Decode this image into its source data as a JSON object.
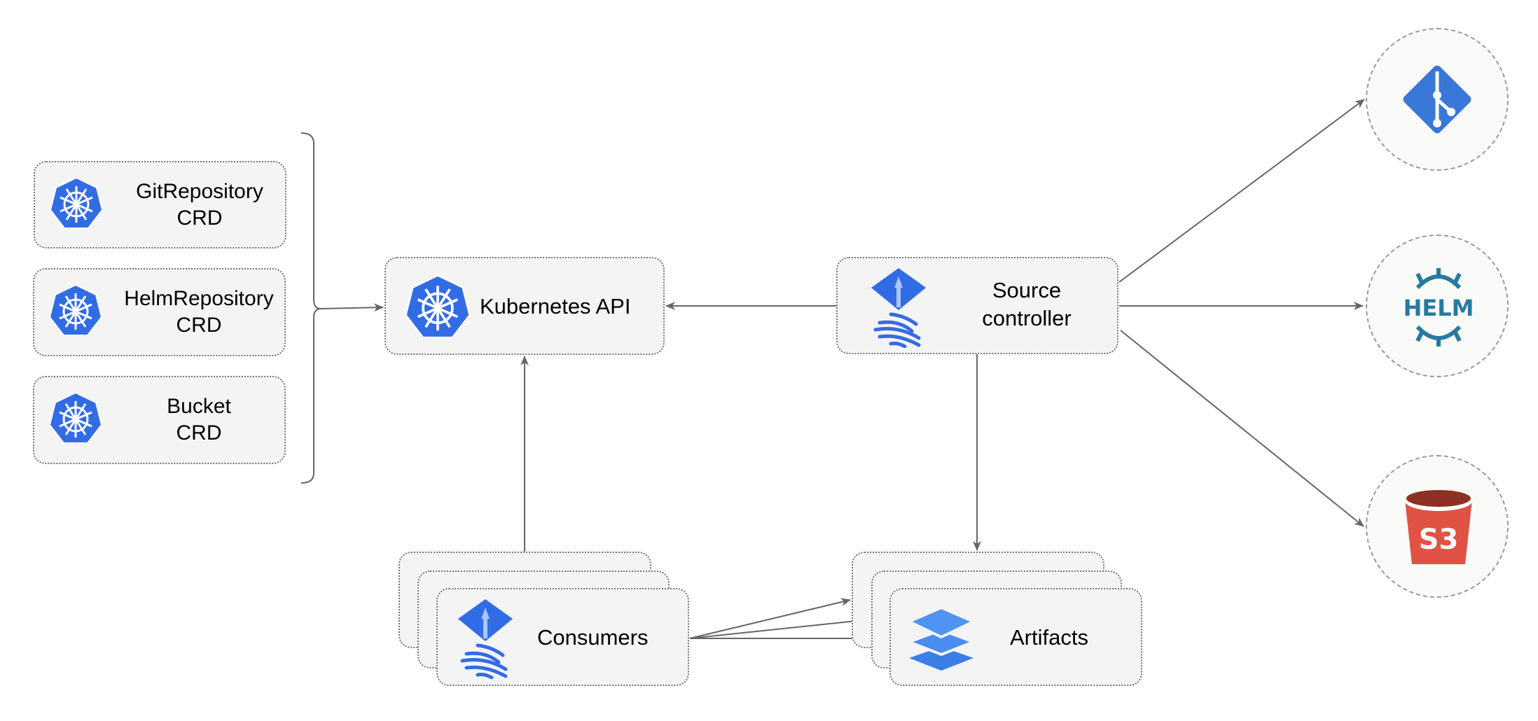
{
  "crds": [
    {
      "line1": "GitRepository",
      "line2": "CRD"
    },
    {
      "line1": "HelmRepository",
      "line2": "CRD"
    },
    {
      "line1": "Bucket",
      "line2": "CRD"
    }
  ],
  "kubernetes_api": {
    "label": "Kubernetes API"
  },
  "source_controller": {
    "line1": "Source",
    "line2": "controller"
  },
  "consumers": {
    "label": "Consumers"
  },
  "artifacts": {
    "label": "Artifacts"
  },
  "external_sources": {
    "helm_label": "HELM",
    "s3_label": "S3"
  },
  "colors": {
    "k8s_blue": "#326ce5",
    "helm_teal": "#277a9f",
    "s3_red": "#e05243",
    "s3_dark": "#8c3123",
    "arrow": "#666666"
  }
}
